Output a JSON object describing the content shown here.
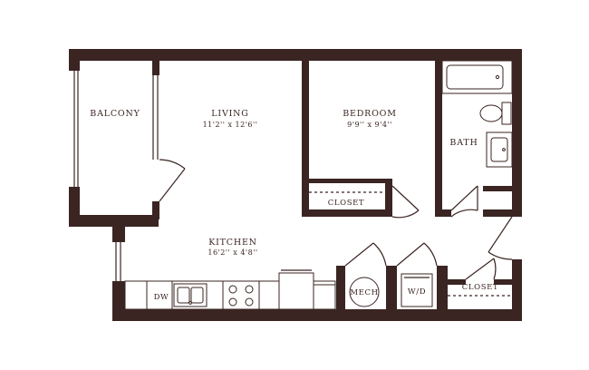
{
  "rooms": {
    "balcony": {
      "label": "BALCONY"
    },
    "living": {
      "label": "LIVING",
      "dimensions": "11'2'' x 12'6''"
    },
    "bedroom": {
      "label": "BEDROOM",
      "dimensions": "9'9'' x 9'4''"
    },
    "bath": {
      "label": "BATH"
    },
    "kitchen": {
      "label": "KITCHEN",
      "dimensions": "16'2'' x 4'8''"
    },
    "closet_bedroom": {
      "label": "CLOSET"
    },
    "closet_entry": {
      "label": "CLOSET"
    }
  },
  "appliances": {
    "dishwasher": "DW",
    "mechanical": "MECH",
    "washer_dryer": "W/D"
  },
  "colors": {
    "wall": "#3a2522",
    "background": "#ffffff"
  }
}
